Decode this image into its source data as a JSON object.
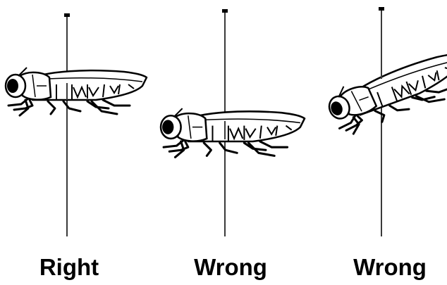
{
  "panels": [
    {
      "label": "Right"
    },
    {
      "label": "Wrong"
    },
    {
      "label": "Wrong"
    }
  ],
  "colors": {
    "background": "#ffffff",
    "line": "#000000",
    "pin": "#3a3a3a"
  },
  "icons": [
    "insect-icon",
    "pin-icon"
  ]
}
